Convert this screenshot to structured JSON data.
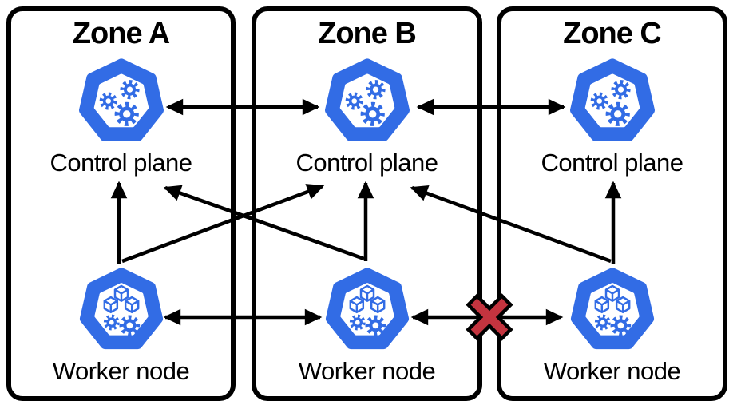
{
  "diagram": {
    "zones": [
      {
        "title": "Zone A",
        "control_plane_label": "Control plane",
        "worker_label": "Worker node"
      },
      {
        "title": "Zone B",
        "control_plane_label": "Control plane",
        "worker_label": "Worker node"
      },
      {
        "title": "Zone C",
        "control_plane_label": "Control plane",
        "worker_label": "Worker node"
      }
    ],
    "icons": {
      "control_plane": "kubernetes-heptagon-gears-icon",
      "worker_node": "kubernetes-heptagon-cubes-icon",
      "broken_link": "red-x-mark"
    },
    "connections": [
      {
        "from": "zone-a-control-plane",
        "to": "zone-b-control-plane",
        "direction": "bidirectional",
        "status": "ok"
      },
      {
        "from": "zone-b-control-plane",
        "to": "zone-c-control-plane",
        "direction": "bidirectional",
        "status": "ok"
      },
      {
        "from": "zone-a-worker",
        "to": "zone-b-worker",
        "direction": "bidirectional",
        "status": "ok"
      },
      {
        "from": "zone-b-worker",
        "to": "zone-c-worker",
        "direction": "bidirectional",
        "status": "broken"
      },
      {
        "from": "zone-a-worker",
        "to": "zone-a-control-plane",
        "direction": "one-way",
        "status": "ok"
      },
      {
        "from": "zone-b-worker",
        "to": "zone-b-control-plane",
        "direction": "one-way",
        "status": "ok"
      },
      {
        "from": "zone-c-worker",
        "to": "zone-c-control-plane",
        "direction": "one-way",
        "status": "ok"
      },
      {
        "from": "zone-a-worker",
        "to": "zone-b-control-plane",
        "direction": "one-way",
        "status": "ok"
      },
      {
        "from": "zone-b-worker",
        "to": "zone-a-control-plane",
        "direction": "one-way",
        "status": "ok"
      },
      {
        "from": "zone-c-worker",
        "to": "zone-b-control-plane",
        "direction": "one-way",
        "status": "ok"
      }
    ]
  },
  "colors": {
    "kubernetes_blue": "#326CE5",
    "line": "#000000",
    "broken_red": "#C4343F",
    "background": "#FFFFFF"
  }
}
